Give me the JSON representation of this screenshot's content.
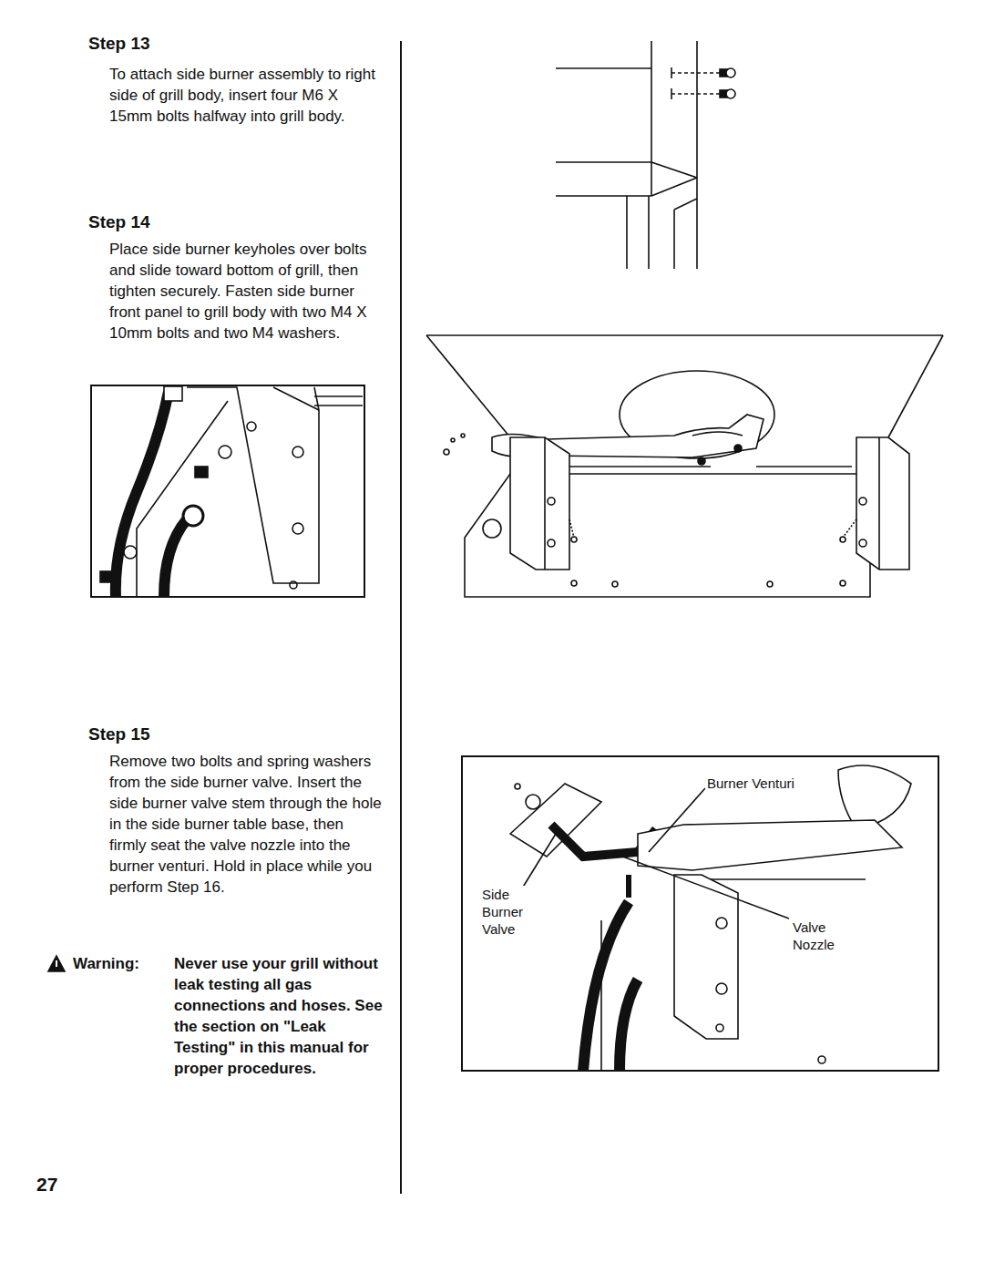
{
  "diagram": {
    "labels": [
      "Step 13",
      "To attach side burner assembly to right side of grill body, insert four M6 X 15mm bolts halfway into grill body.",
      "Step 14",
      "Place side burner keyholes over bolts and slide toward bottom of grill, then tighten securely. Fasten side burner front panel to grill body with two M4 X 10mm bolts and two M4 washers.",
      "Step 15",
      "Remove two bolts and spring washers from the side burner valve. Insert the side burner valve stem through the hole in the side burner table base, then firmly seat the valve nozzle into the burner venturi. Hold in place while you perform Step 16.",
      "Warning:",
      "Never use your grill without leak testing all gas connections and hoses. See the section on \"Leak Testing\" in this manual for proper procedures.",
      "Burner Venturi",
      "Side Burner Valve",
      "Valve Nozzle",
      "27"
    ]
  }
}
